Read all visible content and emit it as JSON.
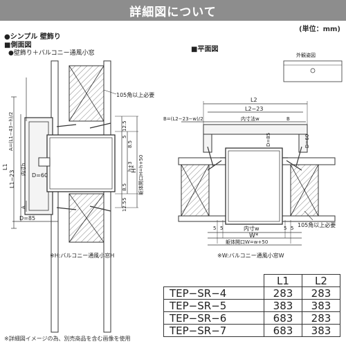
{
  "header": {
    "title": "詳細図について",
    "unit": "(単位：mm)"
  },
  "left_section": {
    "bullet_title": "●シンプル 壁飾り",
    "view_title": "■側面図",
    "sub_title": "●壁飾り＋バルコニー通風小窓",
    "note_top": "105角以上必要",
    "dim_a_formula": "A=(L1−43−h)/2",
    "dim_l1": "L1",
    "dim_l1_23": "L1−23",
    "dim_inner_h": "内寸h",
    "dim_d60": "D=60",
    "dim_d85": "D=85",
    "dim_a": "A",
    "dim_125_top": "12.5",
    "dim_5_top": "5",
    "dim_85_top": "8.5",
    "dim_h3": "h+3",
    "dim_h_star": "H*",
    "dim_opening": "躯体開口H=h+50",
    "dim_85_bot": "8.5",
    "dim_5_bot": "5",
    "dim_125_bot": "12.5",
    "caption": "※H:バルコニー通風小窓H"
  },
  "right_section": {
    "view_title": "■平面図",
    "external_view_label": "外観姿図",
    "dim_l2": "L2",
    "dim_l2_23": "L2−23",
    "dim_b_formula": "B=(L2−23−w)/2",
    "dim_inner_w_top": "内寸法w",
    "dim_b": "B",
    "dim_d85": "D=85",
    "dim_d60": "D=60",
    "note_right": "105角以上必要",
    "dim_5": "5",
    "dim_inner_w": "内寸w",
    "dim_w_star": "W*",
    "dim_opening": "躯体開口W=w+50",
    "caption": "※W:バルコニー通風小窓W"
  },
  "table": {
    "col_headers": [
      "L1",
      "L2"
    ],
    "rows": [
      {
        "model": "TEP−SR−4",
        "l1": "283",
        "l2": "283"
      },
      {
        "model": "TEP−SR−5",
        "l1": "383",
        "l2": "383"
      },
      {
        "model": "TEP−SR−6",
        "l1": "683",
        "l2": "283"
      },
      {
        "model": "TEP−SR−7",
        "l1": "683",
        "l2": "383"
      }
    ]
  },
  "footnote": "※詳細図イメージの為、別売商品を含む画像を使用",
  "colors": {
    "header_bg": "#8d8d8d",
    "line": "#333333",
    "wall_fill": "#e8e8e8"
  }
}
